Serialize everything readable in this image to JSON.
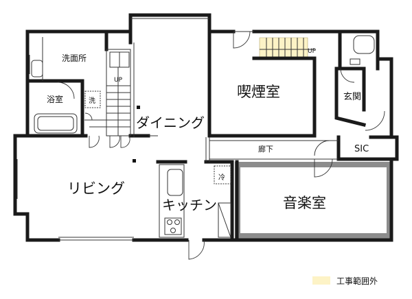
{
  "rooms": {
    "washroom": "洗面所",
    "bath": "浴室",
    "laundry": "洗",
    "dining": "ダイニング",
    "smoking_room": "喫煙室",
    "entrance": "玄関",
    "corridor": "廊下",
    "sic": "SIC",
    "living": "リビング",
    "kitchen": "キッチン",
    "music_room": "音楽室",
    "sink": "冷"
  },
  "stairs": {
    "up_left": "UP",
    "up_right": "UP"
  },
  "legend": {
    "label": "工事範囲外",
    "swatch_color": "#fdf3c6"
  },
  "colors": {
    "wall": "#1a1a1a",
    "music_room_border": "#8c8c8c",
    "stair_fill": "#fdf3c6"
  }
}
